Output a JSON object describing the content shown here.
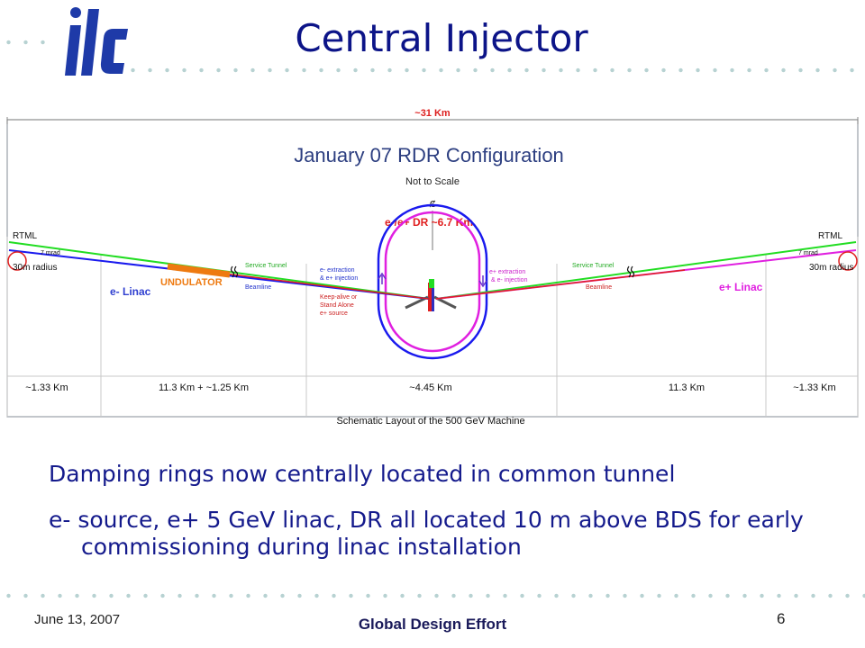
{
  "header": {
    "logo_text": "ilc",
    "title": "Central Injector"
  },
  "diagram": {
    "total_length": "~31 Km",
    "config_title": "January 07 RDR Configuration",
    "not_to_scale": "Not to Scale",
    "centerline_symbol": "ȼ",
    "dr_label": "e-/e+ DR ~6.7 Km",
    "left": {
      "rtml": "RTML",
      "mrad": "7 mrad",
      "radius": "30m radius",
      "linac": "e- Linac",
      "undulator": "UNDULATOR",
      "service_tunnel": "Service Tunnel",
      "beamline": "Beamline",
      "extraction": "e- extraction",
      "injection": "& e+ injection",
      "keep_alive_1": "Keep-alive or",
      "keep_alive_2": "Stand Alone",
      "keep_alive_3": "e+ source"
    },
    "right": {
      "rtml": "RTML",
      "mrad": "7 mrad",
      "radius": "30m radius",
      "linac": "e+ Linac",
      "service_tunnel": "Service Tunnel",
      "beamline": "Beamline",
      "extraction": "e+ extraction",
      "injection": "& e- injection"
    },
    "dimensions": [
      "~1.33 Km",
      "11.3 Km + ~1.25 Km",
      "~4.45 Km",
      "11.3 Km",
      "~1.33 Km"
    ],
    "caption": "Schematic Layout of the 500 GeV Machine",
    "colors": {
      "positron": "#e020e0",
      "electron": "#1a1aee",
      "service_tunnel": "#22dd22",
      "beamline": "#e02020",
      "undulator": "#ee7a10",
      "linac_label": "#3040d0"
    }
  },
  "bullets": [
    "Damping rings now centrally located in common tunnel",
    "e- source, e+  5 GeV linac, DR all located 10 m above BDS for early commissioning during linac installation"
  ],
  "footer": {
    "date": "June 13, 2007",
    "center": "Global Design Effort",
    "page": "6"
  }
}
